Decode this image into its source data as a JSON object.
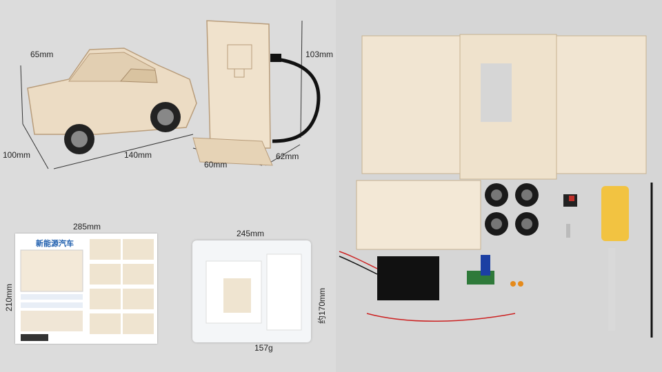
{
  "dimensions": {
    "car_height": "65mm",
    "car_length": "140mm",
    "car_width": "100mm",
    "station_height": "103mm",
    "station_width": "60mm",
    "station_depth": "62mm",
    "manual_width": "285mm",
    "manual_height": "210mm",
    "bag_width": "245mm",
    "bag_height": "约170mm",
    "bag_weight": "157g"
  },
  "manual": {
    "title": "新能源汽车"
  }
}
